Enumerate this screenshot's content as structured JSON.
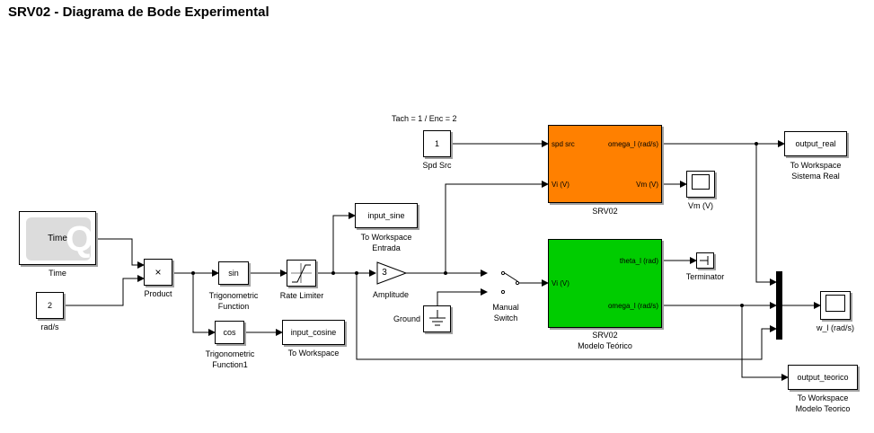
{
  "title": "SRV02 - Diagrama de Bode Experimental",
  "annotation": "Tach = 1 / Enc = 2",
  "blocks": {
    "time": {
      "inner": "Time",
      "label": "Time"
    },
    "rads": {
      "inner": "2",
      "label": "rad/s"
    },
    "product": {
      "inner": "×",
      "label": "Product"
    },
    "sin": {
      "inner": "sin",
      "label1": "Trigonometric",
      "label2": "Function"
    },
    "cos": {
      "inner": "cos",
      "label1": "Trigonometric",
      "label2": "Function1"
    },
    "rate_limiter": {
      "label": "Rate Limiter"
    },
    "input_sine": {
      "inner": "input_sine",
      "label1": "To Workspace",
      "label2": "Entrada"
    },
    "input_cosine": {
      "inner": "input_cosine",
      "label": "To Workspace"
    },
    "amplitude": {
      "inner": "3",
      "label": "Amplitude"
    },
    "spd_src": {
      "inner": "1",
      "label": "Spd Src"
    },
    "ground": {
      "label": "Ground"
    },
    "manual_switch": {
      "label1": "Manual",
      "label2": "Switch"
    },
    "srv02_real": {
      "port_in1": "spd src",
      "port_in2": "Vi (V)",
      "port_out1": "omega_l (rad/s)",
      "port_out2": "Vm (V)",
      "label": "SRV02",
      "color": "#ff8000"
    },
    "srv02_model": {
      "port_in1": "Vi (V)",
      "port_out1": "theta_l (rad)",
      "port_out2": "omega_l (rad/s)",
      "label1": "SRV02",
      "label2": "Modelo Teórico",
      "color": "#00cc00"
    },
    "vm_scope": {
      "label": "Vm (V)"
    },
    "terminator": {
      "label": "Terminator"
    },
    "output_real": {
      "inner": "output_real",
      "label1": "To Workspace",
      "label2": "Sistema Real"
    },
    "w_scope": {
      "label": "w_l (rad/s)"
    },
    "output_teorico": {
      "inner": "output_teorico",
      "label1": "To Workspace",
      "label2": "Modelo Teorico"
    }
  }
}
